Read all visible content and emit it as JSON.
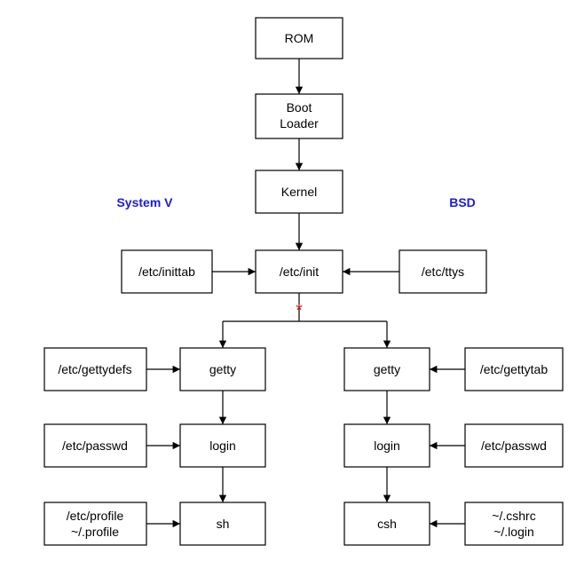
{
  "headings": {
    "system_v": "System V",
    "bsd": "BSD"
  },
  "nodes": {
    "rom": "ROM",
    "boot_loader": [
      "Boot",
      "Loader"
    ],
    "kernel": "Kernel",
    "init": "/etc/init",
    "inittab": "/etc/inittab",
    "ttys": "/etc/ttys",
    "getty_sysv": "getty",
    "gettydefs": "/etc/gettydefs",
    "getty_bsd": "getty",
    "gettytab": "/etc/gettytab",
    "login_sysv": "login",
    "passwd_sysv": "/etc/passwd",
    "login_bsd": "login",
    "passwd_bsd": "/etc/passwd",
    "sh": "sh",
    "profile": [
      "/etc/profile",
      "~/.profile"
    ],
    "csh": "csh",
    "cshrc_login": [
      "~/.cshrc",
      "~/.login"
    ]
  },
  "fork_marker": "*",
  "colors": {
    "heading": "#1a1ae6",
    "marker": "#e02020",
    "stroke": "#000000"
  }
}
